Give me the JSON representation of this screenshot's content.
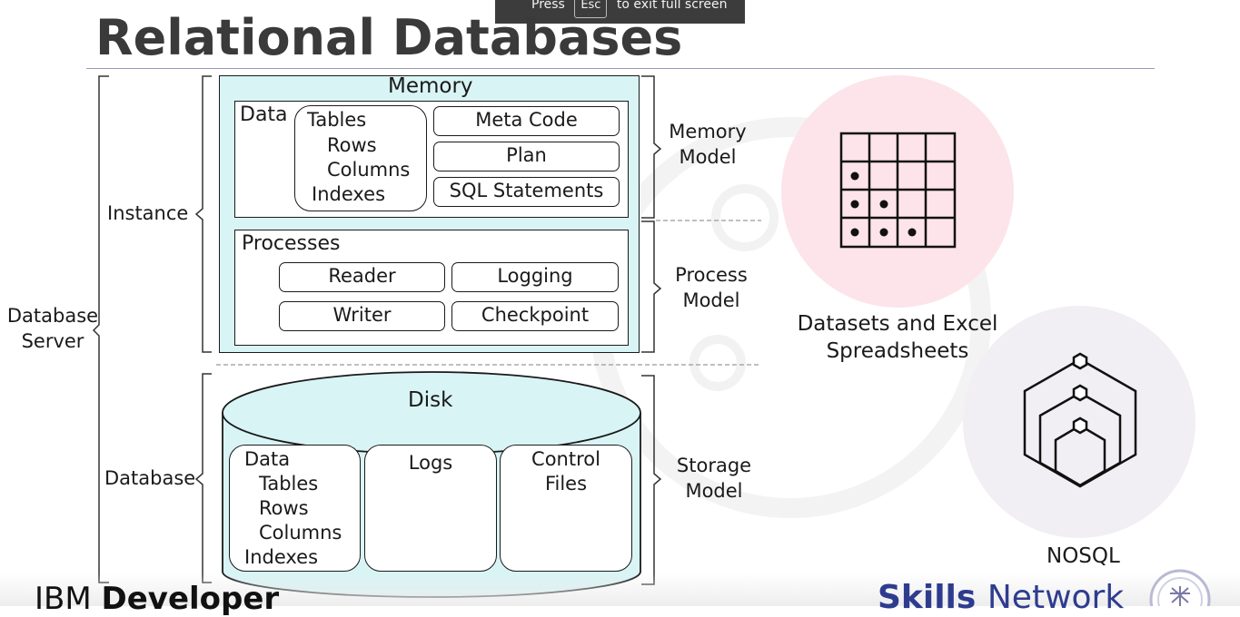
{
  "banner": {
    "before": "Press",
    "key": "Esc",
    "after": "to exit full screen"
  },
  "title": "Relational Databases",
  "left": {
    "database_server": [
      "Database",
      "Server"
    ],
    "instance": "Instance",
    "database": "Database"
  },
  "memory": {
    "title": "Memory",
    "data_label": "Data",
    "data_items": [
      "Tables",
      "Rows",
      "Columns",
      "Indexes"
    ],
    "boxes": [
      "Meta Code",
      "Plan",
      "SQL Statements"
    ]
  },
  "processes": {
    "title": "Processes",
    "boxes": [
      "Reader",
      "Logging",
      "Writer",
      "Checkpoint"
    ]
  },
  "disk": {
    "title": "Disk",
    "data_items": [
      "Data",
      "Tables",
      "Rows",
      "Columns",
      "Indexes"
    ],
    "logs": "Logs",
    "control_files": [
      "Control",
      "Files"
    ]
  },
  "right_labels": {
    "memory_model": [
      "Memory",
      "Model"
    ],
    "process_model": [
      "Process",
      "Model"
    ],
    "storage_model": [
      "Storage",
      "Model"
    ]
  },
  "side": {
    "datasets": [
      "Datasets and Excel",
      "Spreadsheets"
    ],
    "nosql": "NOSQL"
  },
  "footer": {
    "ibm_light": "IBM",
    "ibm_bold": "Developer",
    "skills_bold": "Skills",
    "skills_light": "Network"
  },
  "colors": {
    "cyan_fill": "#d9f4f5",
    "pink_circle": "#fce4ea",
    "grey_circle": "#f1eff3",
    "brand_blue": "#2e3c8f"
  }
}
